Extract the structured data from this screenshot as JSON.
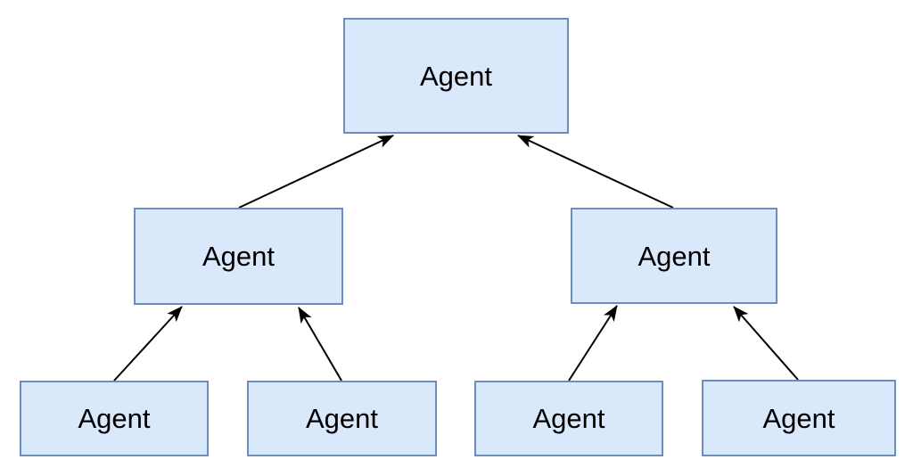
{
  "diagram": {
    "type": "tree",
    "description": "Two-level agent hierarchy; arrows point from child agents up to parent agents",
    "direction": "children-point-to-parents",
    "nodes": [
      {
        "id": "root",
        "label": "Agent",
        "level": 0,
        "parent": null
      },
      {
        "id": "mid_left",
        "label": "Agent",
        "level": 1,
        "parent": "root"
      },
      {
        "id": "mid_right",
        "label": "Agent",
        "level": 1,
        "parent": "root"
      },
      {
        "id": "leaf_1",
        "label": "Agent",
        "level": 2,
        "parent": "mid_left"
      },
      {
        "id": "leaf_2",
        "label": "Agent",
        "level": 2,
        "parent": "mid_left"
      },
      {
        "id": "leaf_3",
        "label": "Agent",
        "level": 2,
        "parent": "mid_right"
      },
      {
        "id": "leaf_4",
        "label": "Agent",
        "level": 2,
        "parent": "mid_right"
      }
    ],
    "edges": [
      {
        "from": "mid_left",
        "to": "root"
      },
      {
        "from": "mid_right",
        "to": "root"
      },
      {
        "from": "leaf_1",
        "to": "mid_left"
      },
      {
        "from": "leaf_2",
        "to": "mid_left"
      },
      {
        "from": "leaf_3",
        "to": "mid_right"
      },
      {
        "from": "leaf_4",
        "to": "mid_right"
      }
    ],
    "colors": {
      "node_fill": "#dae8fc",
      "node_border": "#6c8ebf",
      "arrow": "#000000",
      "label": "#000000",
      "background": "#ffffff"
    }
  }
}
